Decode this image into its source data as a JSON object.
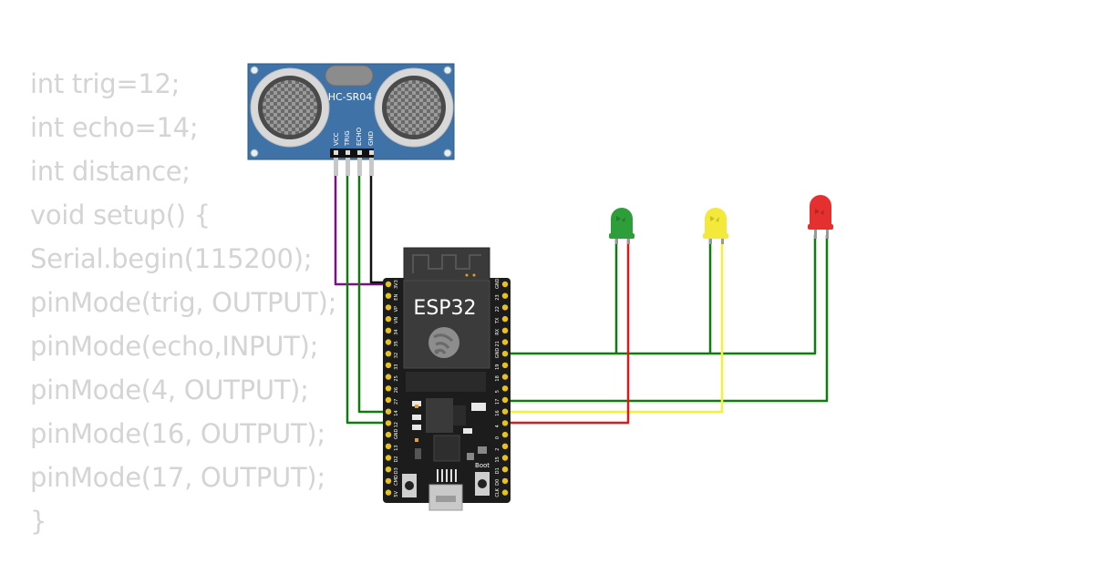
{
  "code_lines": [
    "int trig=12;",
    "int echo=14;",
    "int distance;",
    "void setup() {",
    "Serial.begin(115200);",
    "pinMode(trig, OUTPUT);",
    "pinMode(echo,INPUT);",
    "pinMode(4, OUTPUT);",
    "pinMode(16, OUTPUT);",
    "pinMode(17, OUTPUT);",
    "}"
  ],
  "sensor": {
    "model": "HC-SR04",
    "pins": [
      "VCC",
      "TRIG",
      "ECHO",
      "GND"
    ]
  },
  "board": {
    "name": "ESP32",
    "boot_label": "Boot",
    "left_pins": [
      "3V3",
      "EN",
      "VP",
      "VN",
      "34",
      "35",
      "32",
      "33",
      "25",
      "26",
      "27",
      "14",
      "12",
      "GND",
      "13",
      "D2",
      "D3",
      "CMD",
      "5V"
    ],
    "right_pins": [
      "GND",
      "23",
      "22",
      "TX",
      "RX",
      "21",
      "GND",
      "19",
      "18",
      "5",
      "17",
      "16",
      "4",
      "0",
      "2",
      "15",
      "D1",
      "D0",
      "CLK"
    ]
  },
  "leds": [
    {
      "color": "green",
      "hex": "#2e9e3a"
    },
    {
      "color": "yellow",
      "hex": "#f2e93a"
    },
    {
      "color": "red",
      "hex": "#e53030"
    }
  ],
  "wire_colors": {
    "purple": "#7b0f8a",
    "green": "#0e7d0e",
    "black": "#111111",
    "yellow": "#f5f03a",
    "red": "#e01818"
  }
}
